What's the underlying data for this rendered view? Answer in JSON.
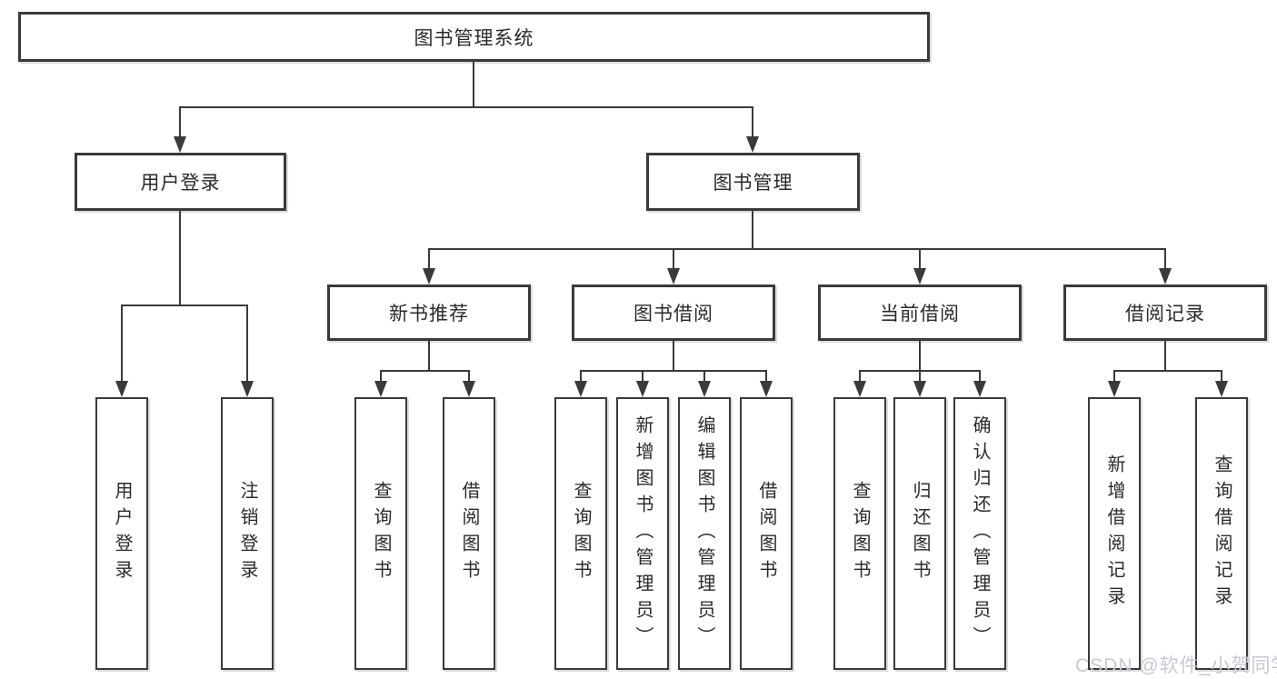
{
  "title": "图书管理系统",
  "user_branch": {
    "label": "用户登录",
    "leaves": [
      {
        "label": "用户登录"
      },
      {
        "label": "注销登录"
      }
    ]
  },
  "book_branch": {
    "label": "图书管理",
    "modules": [
      {
        "label": "新书推荐",
        "leaves": [
          {
            "label": "查询图书"
          },
          {
            "label": "借阅图书"
          }
        ]
      },
      {
        "label": "图书借阅",
        "leaves": [
          {
            "label": "查询图书"
          },
          {
            "label": "新增图书（管理员）"
          },
          {
            "label": "编辑图书（管理员）"
          },
          {
            "label": "借阅图书"
          }
        ]
      },
      {
        "label": "当前借阅",
        "leaves": [
          {
            "label": "查询图书"
          },
          {
            "label": "归还图书"
          },
          {
            "label": "确认归还（管理员）"
          }
        ]
      },
      {
        "label": "借阅记录",
        "leaves": [
          {
            "label": "新增借阅记录"
          },
          {
            "label": "查询借阅记录"
          }
        ]
      }
    ]
  },
  "watermark": "CSDN @软件_小贺同学",
  "colors": {
    "line": "#3a3a3a",
    "text": "#2a2a2a",
    "watermark": "#c6c9d1",
    "bg": "#ffffff"
  }
}
